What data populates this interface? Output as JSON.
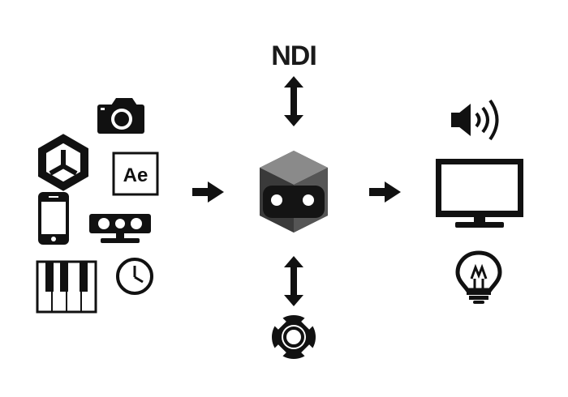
{
  "diagram": {
    "top_label": "NDI",
    "ae_label": "Ae",
    "colors": {
      "ink": "#111111",
      "cube_top": "#8a8a8a",
      "cube_front": "#2b2b2b",
      "cube_face": "#141414",
      "eye": "#ffffff"
    },
    "inputs": [
      "camera-icon",
      "unity-icon",
      "after-effects-icon",
      "smartphone-icon",
      "kinect-sensor-icon",
      "piano-keyboard-icon",
      "clock-icon"
    ],
    "center": "cube-robot-logo-icon",
    "outputs": [
      "speaker-icon",
      "monitor-icon",
      "lightbulb-icon"
    ],
    "connections": [
      "inputs-to-center-arrow",
      "center-to-outputs-arrow",
      "ndi-bidirectional-arrow",
      "bottom-bidirectional-arrow"
    ],
    "bottom": "lifebuoy-icon"
  }
}
